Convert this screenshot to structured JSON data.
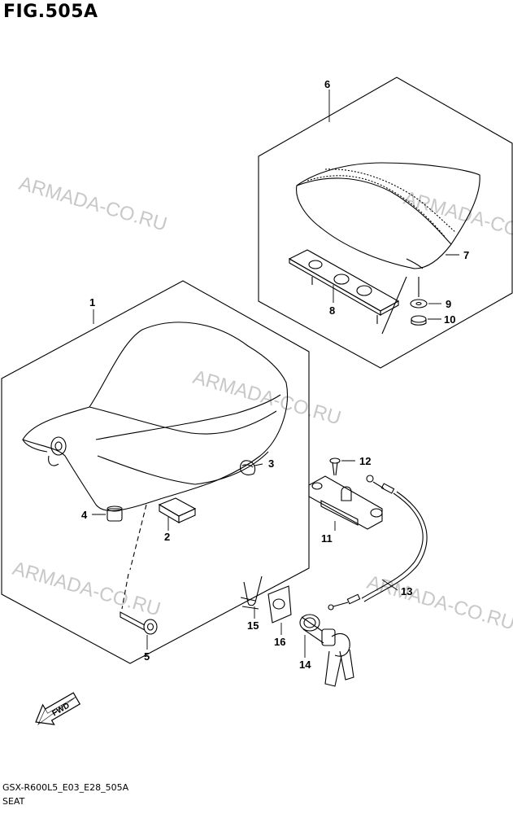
{
  "figure": {
    "title": "FIG.505A",
    "model_code": "GSX-R600L5_E03_E28_505A",
    "section": "SEAT",
    "fwd_label": "FWD"
  },
  "watermark": "ARMADA-CO.RU",
  "callouts": [
    "1",
    "2",
    "3",
    "4",
    "5",
    "6",
    "7",
    "8",
    "9",
    "10",
    "11",
    "12",
    "13",
    "14",
    "15",
    "16"
  ]
}
